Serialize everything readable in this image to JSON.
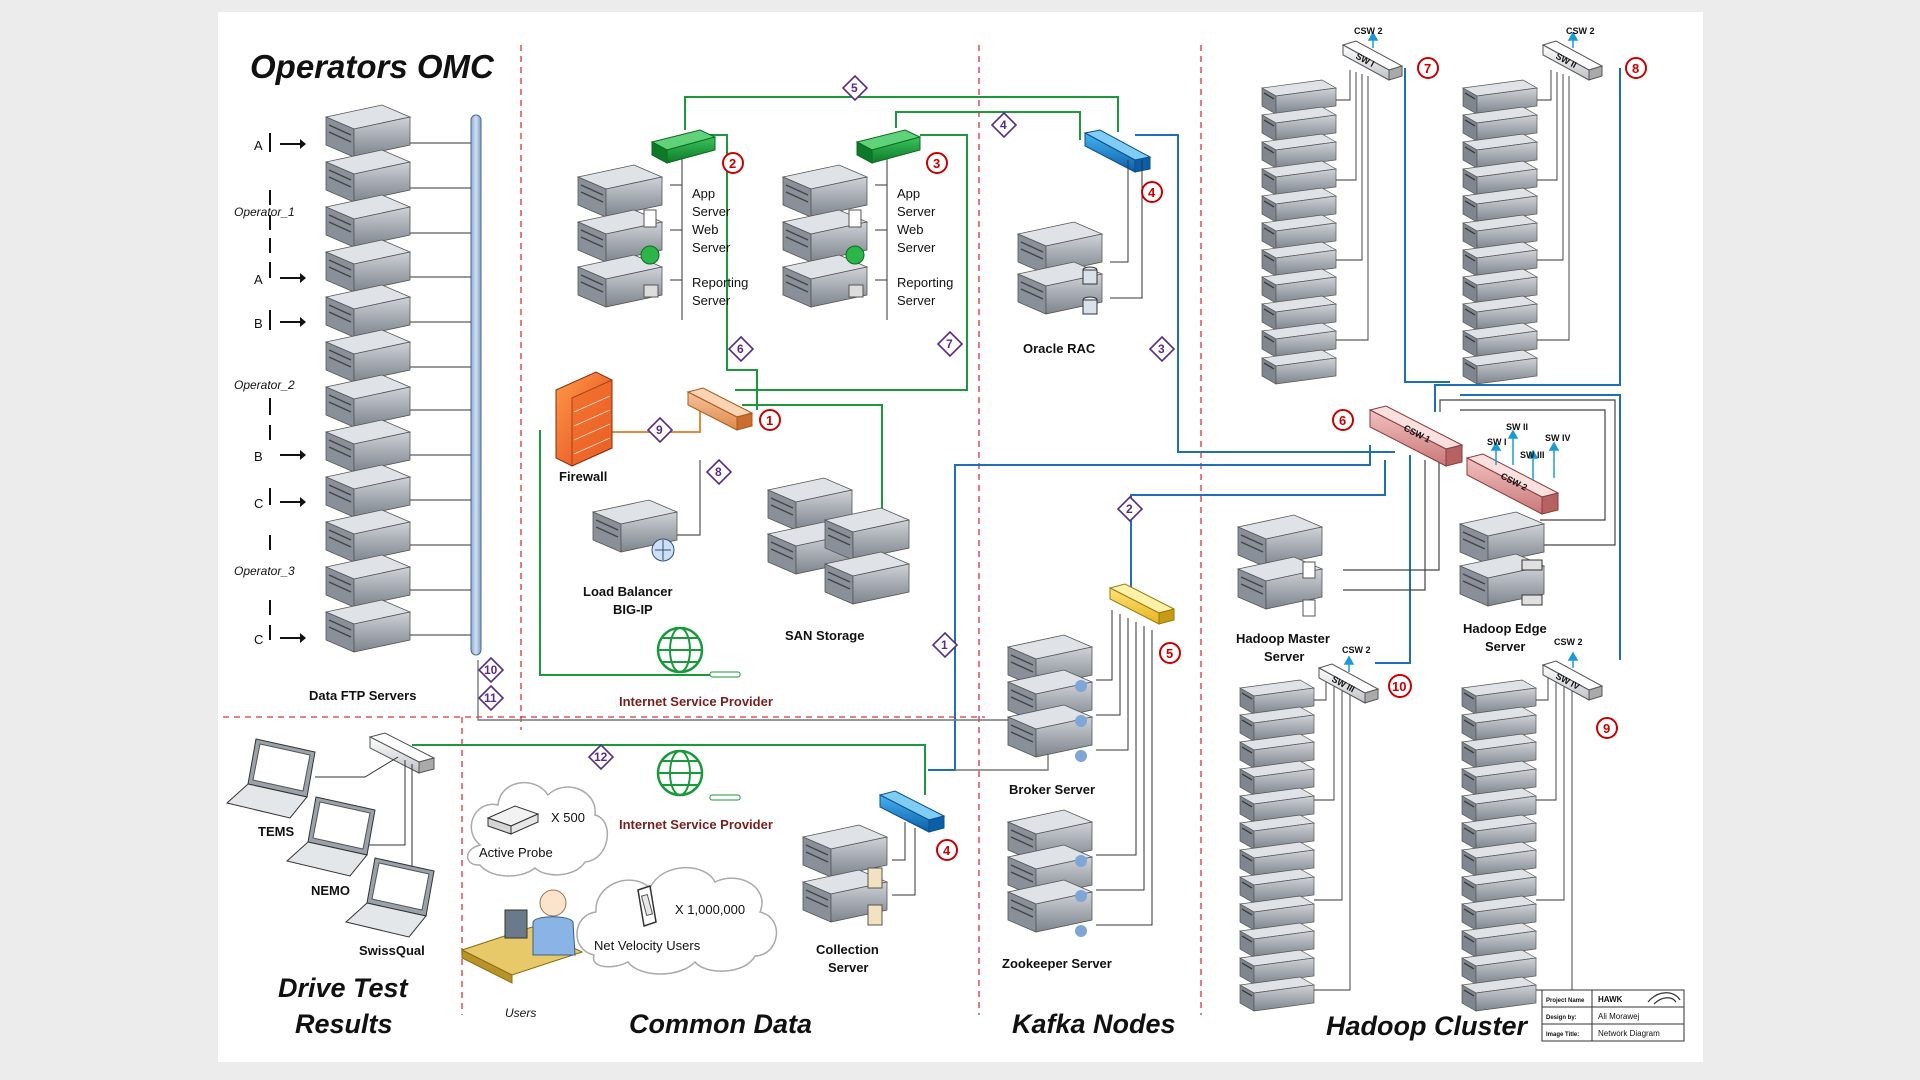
{
  "sections": {
    "operators_omc": "Operators OMC",
    "drive_test": [
      "Drive Test",
      "Results"
    ],
    "common_data": "Common Data",
    "kafka_nodes": "Kafka Nodes",
    "hadoop_cluster": "Hadoop Cluster"
  },
  "omc": {
    "operator_1": "Operator_1",
    "operator_2": "Operator_2",
    "operator_3": "Operator_3",
    "port_labels": [
      "A",
      "A",
      "B",
      "B",
      "C",
      "C"
    ],
    "data_ftp_servers": "Data FTP Servers"
  },
  "app_servers": {
    "app": "App",
    "server": "Server",
    "web": "Web",
    "reporting": "Reporting"
  },
  "devices": {
    "oracle_rac": "Oracle RAC",
    "firewall": "Firewall",
    "load_balancer": [
      "Load Balancer",
      "BIG-IP"
    ],
    "san_storage": "SAN Storage",
    "isp": "Internet Service Provider",
    "broker_server": "Broker Server",
    "zookeeper_server": "Zookeeper Server",
    "collection_server": [
      "Collection",
      "Server"
    ],
    "hadoop_master": [
      "Hadoop Master",
      "Server"
    ],
    "hadoop_edge": [
      "Hadoop Edge",
      "Server"
    ]
  },
  "drive_test": {
    "tems": "TEMS",
    "nemo": "NEMO",
    "swissqual": "SwissQual"
  },
  "common": {
    "active_probe": "Active Probe",
    "active_probe_count": "X 500",
    "net_velocity_users": "Net Velocity Users",
    "net_velocity_count": "X 1,000,000",
    "users": "Users"
  },
  "switches": {
    "csw1": "CSW 1",
    "csw2": "CSW 2",
    "sw_i": "SW I",
    "sw_ii": "SW II",
    "sw_iii": "SW III",
    "sw_iv": "SW IV"
  },
  "badges": [
    "1",
    "2",
    "3",
    "4",
    "4",
    "5",
    "6",
    "7",
    "8",
    "9",
    "10"
  ],
  "links": [
    "1",
    "2",
    "3",
    "4",
    "5",
    "6",
    "7",
    "8",
    "9",
    "10",
    "11",
    "12"
  ],
  "title_block": {
    "project_name_label": "Project Name",
    "project_name": "HAWK",
    "design_by_label": "Design by:",
    "design_by": "Ali Morawej",
    "image_title_label": "Image Title:",
    "image_title": "Network Diagram"
  },
  "colors": {
    "green": "#1a9a3a",
    "blue": "#1c6fb8",
    "orange": "#e58a3a",
    "red_badge": "#cc0000",
    "purple": "#5a2b8c",
    "dashed": "#e0303a"
  }
}
